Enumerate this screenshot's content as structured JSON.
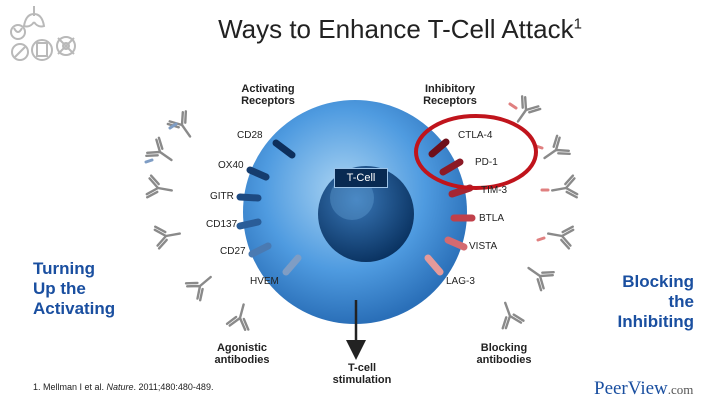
{
  "title": "Ways to Enhance T-Cell Attack",
  "title_sup": "1",
  "headers": {
    "activating_line1": "Activating",
    "activating_line2": "Receptors",
    "inhibitory_line1": "Inhibitory",
    "inhibitory_line2": "Receptors",
    "agonistic_line1": "Agonistic",
    "agonistic_line2": "antibodies",
    "blocking_line1": "Blocking",
    "blocking_line2": "antibodies",
    "stim_line1": "T-cell",
    "stim_line2": "stimulation"
  },
  "cell_label": "T-Cell",
  "activating_receptors": [
    "CD28",
    "OX40",
    "GITR",
    "CD137",
    "CD27",
    "HVEM"
  ],
  "inhibitory_receptors": [
    "CTLA-4",
    "PD-1",
    "TIM-3",
    "BTLA",
    "VISTA",
    "LAG-3"
  ],
  "left_text": [
    "Turning",
    "Up the",
    "Activating"
  ],
  "right_text": [
    "Blocking",
    "the",
    "Inhibiting"
  ],
  "reference": {
    "before": "1. Mellman I et al. ",
    "journal": "Nature",
    "after": ". 2011;480:480-489."
  },
  "brand": {
    "main": "PeerView",
    "suffix": ".com"
  },
  "colors": {
    "highlight_ring": "#c0141c",
    "left_text": "#1a4fa0",
    "cell_body": "#3f8fd0",
    "nucleus": "#0a3f7a"
  },
  "icons": [
    "lungs-icon",
    "stethoscope-icon",
    "pill-icon",
    "clipboard-icon",
    "molecule-icon"
  ]
}
